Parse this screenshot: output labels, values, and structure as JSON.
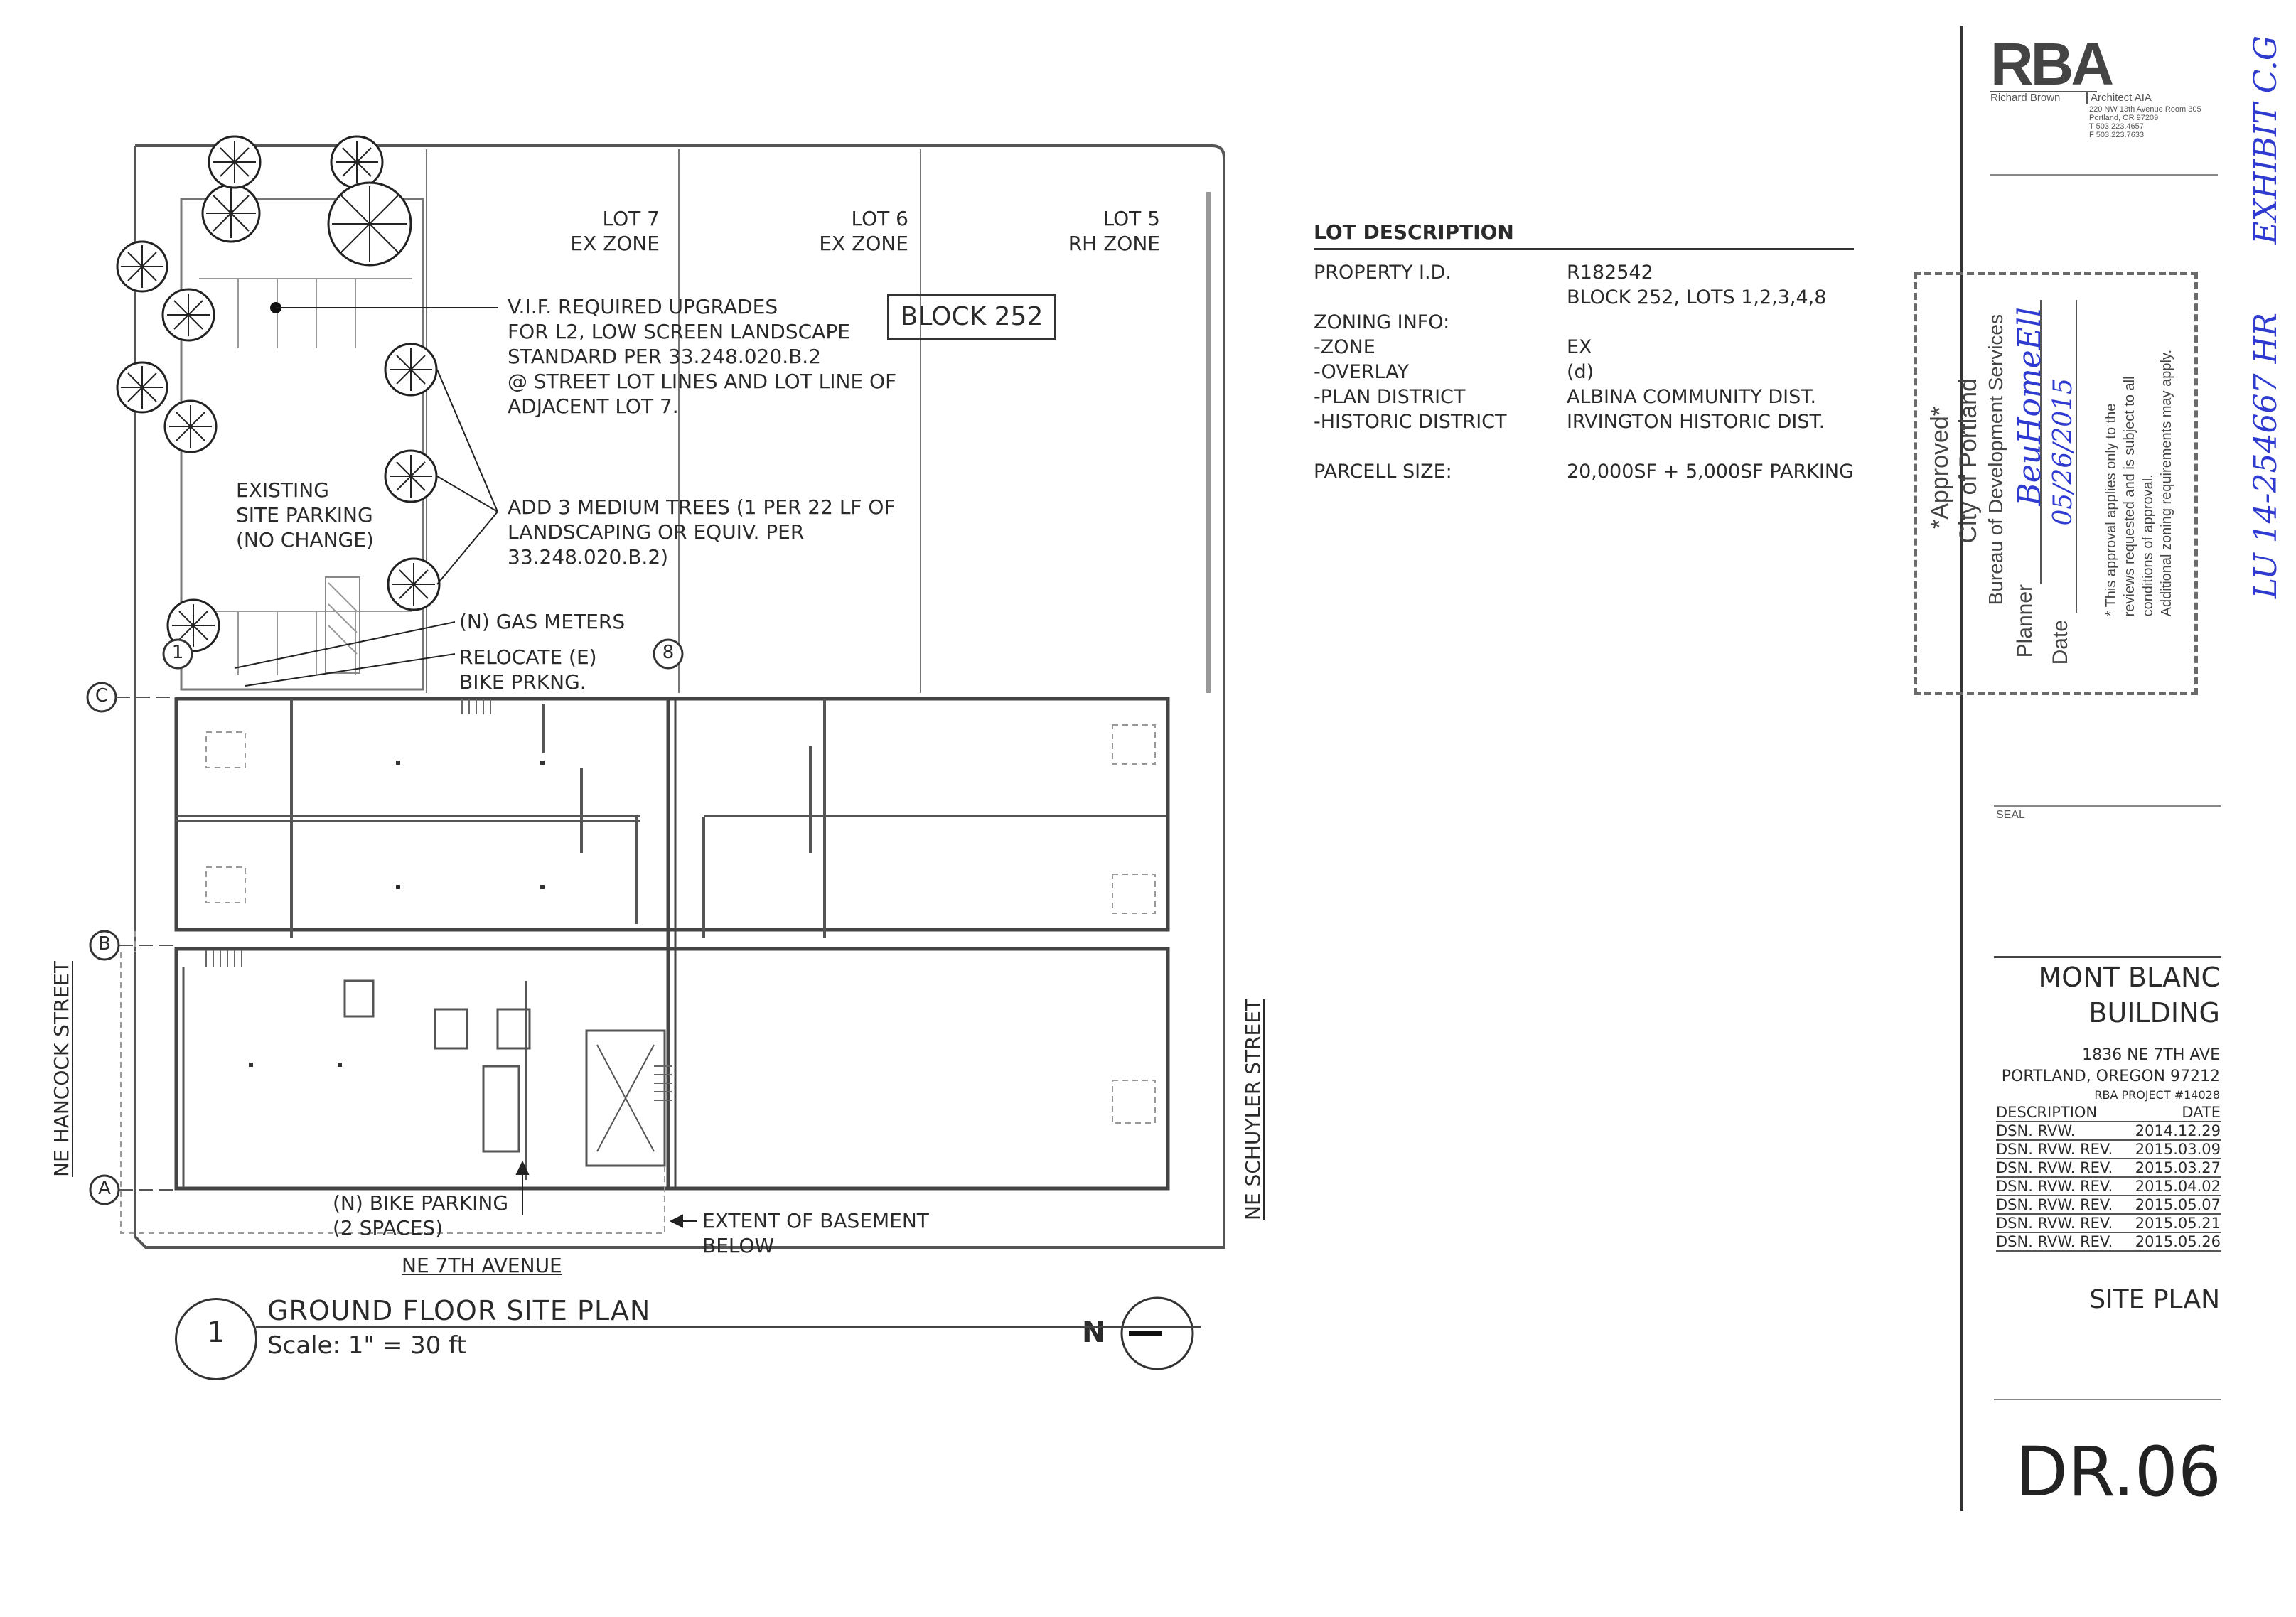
{
  "plan": {
    "lots": [
      {
        "lot": "LOT 7",
        "zone": "EX ZONE"
      },
      {
        "lot": "LOT 6",
        "zone": "EX ZONE"
      },
      {
        "lot": "LOT 5",
        "zone": "RH ZONE"
      }
    ],
    "block_label": "BLOCK 252",
    "notes": {
      "vif": [
        "V.I.F. REQUIRED UPGRADES",
        "FOR L2, LOW SCREEN LANDSCAPE",
        "STANDARD PER 33.248.020.B.2",
        "@ STREET LOT LINES AND LOT LINE OF",
        "ADJACENT LOT 7."
      ],
      "trees": [
        "ADD 3 MEDIUM TREES (1 PER 22 LF OF",
        "LANDSCAPING OR EQUIV. PER",
        "33.248.020.B.2)"
      ],
      "parking": [
        "EXISTING",
        "SITE PARKING",
        "(NO CHANGE)"
      ],
      "gas": "(N) GAS METERS",
      "bike_reloc": [
        "RELOCATE (E)",
        "BIKE PRKNG."
      ],
      "bike_new": [
        "(N) BIKE PARKING",
        "(2 SPACES)"
      ],
      "basement": [
        "EXTENT OF BASEMENT",
        "BELOW"
      ]
    },
    "grid_labels": {
      "a": "A",
      "b": "B",
      "c": "C",
      "one": "1",
      "eight": "8"
    },
    "streets": {
      "hancock": "NE HANCOCK STREET",
      "schuyler": "NE SCHUYLER STREET",
      "seventh": "NE 7TH AVENUE"
    },
    "north_arrow": "N",
    "title_num": "1",
    "title": "GROUND FLOOR SITE PLAN",
    "scale": "Scale: 1\" = 30 ft"
  },
  "lot_description": {
    "heading": "LOT DESCRIPTION",
    "rows": [
      {
        "k": "PROPERTY I.D.",
        "v": "R182542"
      },
      {
        "k": "",
        "v": "BLOCK 252, LOTS 1,2,3,4,8"
      },
      {
        "k": "ZONING INFO:",
        "v": ""
      },
      {
        "k": "-ZONE",
        "v": "EX"
      },
      {
        "k": "-OVERLAY",
        "v": "(d)"
      },
      {
        "k": "-PLAN DISTRICT",
        "v": "ALBINA COMMUNITY DIST."
      },
      {
        "k": "-HISTORIC DISTRICT",
        "v": "IRVINGTON HISTORIC DIST."
      },
      {
        "k": "",
        "v": ""
      },
      {
        "k": "PARCELL SIZE:",
        "v": "20,000SF + 5,000SF PARKING"
      }
    ]
  },
  "title_block": {
    "logo": {
      "mark": "RBA",
      "name": "Richard Brown",
      "title": "Architect AIA",
      "addr": [
        "220 NW 13th Avenue Room 305",
        "Portland, OR 97209",
        "T 503.223.4657",
        "F 503.223.7633"
      ]
    },
    "seal": "SEAL",
    "project_name": [
      "MONT BLANC",
      "BUILDING"
    ],
    "address": [
      "1836 NE 7TH AVE",
      "PORTLAND, OREGON 97212"
    ],
    "project_number": "RBA PROJECT #14028",
    "rev_header": {
      "desc": "DESCRIPTION",
      "date": "DATE"
    },
    "revisions": [
      {
        "desc": "DSN. RVW.",
        "date": "2014.12.29"
      },
      {
        "desc": "DSN. RVW. REV.",
        "date": "2015.03.09"
      },
      {
        "desc": "DSN. RVW. REV.",
        "date": "2015.03.27"
      },
      {
        "desc": "DSN. RVW. REV.",
        "date": "2015.04.02"
      },
      {
        "desc": "DSN. RVW. REV.",
        "date": "2015.05.07"
      },
      {
        "desc": "DSN. RVW. REV.",
        "date": "2015.05.21"
      },
      {
        "desc": "DSN. RVW. REV.",
        "date": "2015.05.26"
      }
    ],
    "sheet_title": "SITE PLAN",
    "sheet_number": "DR.06"
  },
  "stamp": {
    "approved": "*Approved*",
    "city": "City of Portland",
    "bureau": "Bureau of Development Services",
    "planner_label": "Planner",
    "date_label": "Date",
    "fine": [
      "* This approval applies only to the",
      "reviews requested and is subject to all",
      "conditions of approval.",
      "Additional zoning requirements may apply."
    ],
    "signature": "BeuHomeEll",
    "date_value": "05/26/2015"
  },
  "handwriting": {
    "exhibit": "EXHIBIT C.G",
    "case": "LU 14-254667 HR"
  },
  "colors": {
    "ink": "#222222",
    "stamp_ink": "#2f3bd0",
    "line": "#444444"
  }
}
